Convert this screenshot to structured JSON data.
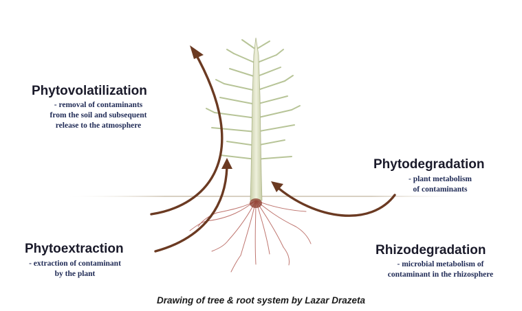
{
  "processes": [
    {
      "key": "phytovolatilization",
      "title": "Phytovolatilization",
      "lines": [
        "- removal of contaminants",
        "from the soil and subsequent",
        "release to the atmosphere"
      ]
    },
    {
      "key": "phytodegradation",
      "title": "Phytodegradation",
      "lines": [
        "- plant metabolism",
        "of contaminants"
      ]
    },
    {
      "key": "phytoextraction",
      "title": "Phytoextraction",
      "lines": [
        "- extraction of contaminant",
        "by the plant"
      ]
    },
    {
      "key": "rhizodegradation",
      "title": "Rhizodegradation",
      "lines": [
        "- microbial metabolism of",
        "contaminant in the rhizosphere"
      ]
    }
  ],
  "credit": "Drawing of tree & root system by Lazar Drazeta",
  "colors": {
    "arrow": "#6b3a22",
    "trunk": "#dfe3c6",
    "branch": "#b7c497",
    "roots": "#b7665f",
    "ground": "#d8d0c2",
    "title_text": "#1a1a2a",
    "desc_text": "#1f2a55"
  }
}
